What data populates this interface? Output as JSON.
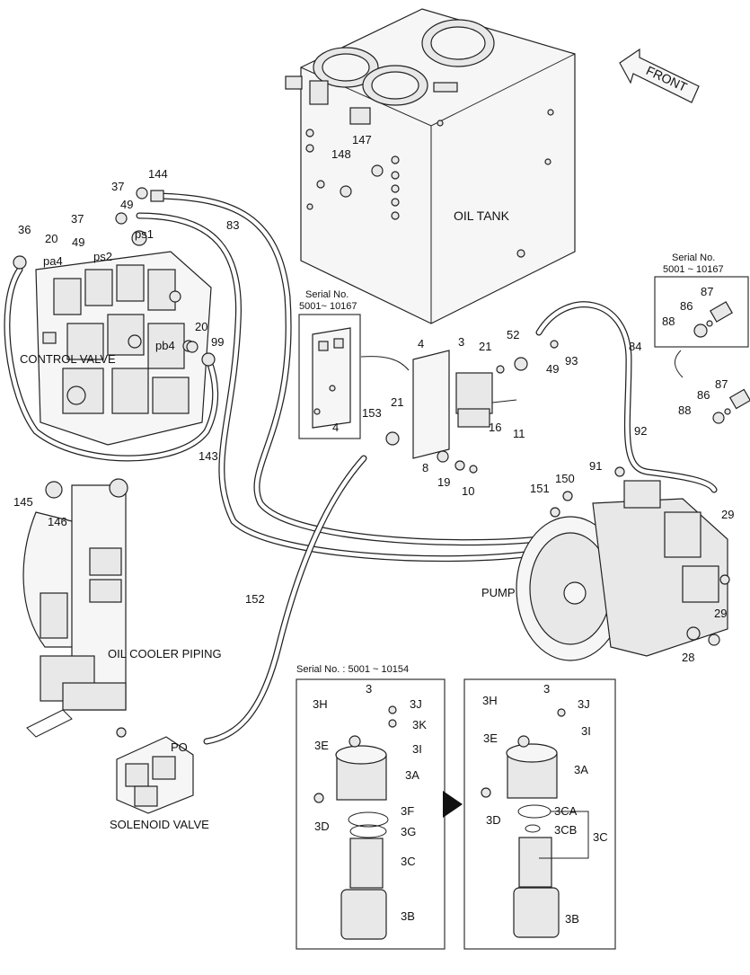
{
  "components": {
    "oil_tank": "OIL TANK",
    "control_valve": "CONTROL VALVE",
    "pump": "PUMP",
    "oil_cooler_piping": "OIL COOLER PIPING",
    "solenoid_valve": "SOLENOID VALVE",
    "front": "FRONT"
  },
  "serial_notes": {
    "bracket": "Serial No.\n5001~ 10167",
    "bracket_line1": "Serial No.",
    "bracket_line2": "5001~ 10167",
    "fitting_line1": "Serial No.",
    "fitting_line2": "5001 ~ 10167",
    "filter_old": "Serial No. : 5001 ~ 10154"
  },
  "port_labels": [
    "pa4",
    "ps2",
    "ps1",
    "pb4",
    "PO"
  ],
  "part_numbers": {
    "p3": "3",
    "p4": "4",
    "p8": "8",
    "p10": "10",
    "p11": "11",
    "p16": "16",
    "p19": "19",
    "p20a": "20",
    "p20b": "20",
    "p21a": "21",
    "p21b": "21",
    "p28": "28",
    "p29a": "29",
    "p29b": "29",
    "p36": "36",
    "p37a": "37",
    "p37b": "37",
    "p49a": "49",
    "p49b": "49",
    "p49c": "49",
    "p52": "52",
    "p83": "83",
    "p84": "84",
    "p86a": "86",
    "p86b": "86",
    "p87a": "87",
    "p87b": "87",
    "p88a": "88",
    "p88b": "88",
    "p91": "91",
    "p92": "92",
    "p93": "93",
    "p99": "99",
    "p143": "143",
    "p144": "144",
    "p145": "145",
    "p146": "146",
    "p147": "147",
    "p148": "148",
    "p150": "150",
    "p151": "151",
    "p152": "152",
    "p153": "153",
    "p4inset": "4"
  },
  "filter_old_parts": {
    "title": "3",
    "h": "3H",
    "j": "3J",
    "k": "3K",
    "e": "3E",
    "i": "3I",
    "a": "3A",
    "d": "3D",
    "f": "3F",
    "g": "3G",
    "c": "3C",
    "b": "3B"
  },
  "filter_new_parts": {
    "title": "3",
    "h": "3H",
    "j": "3J",
    "e": "3E",
    "i": "3I",
    "a": "3A",
    "d": "3D",
    "ca": "3CA",
    "cb": "3CB",
    "c": "3C",
    "b": "3B"
  }
}
